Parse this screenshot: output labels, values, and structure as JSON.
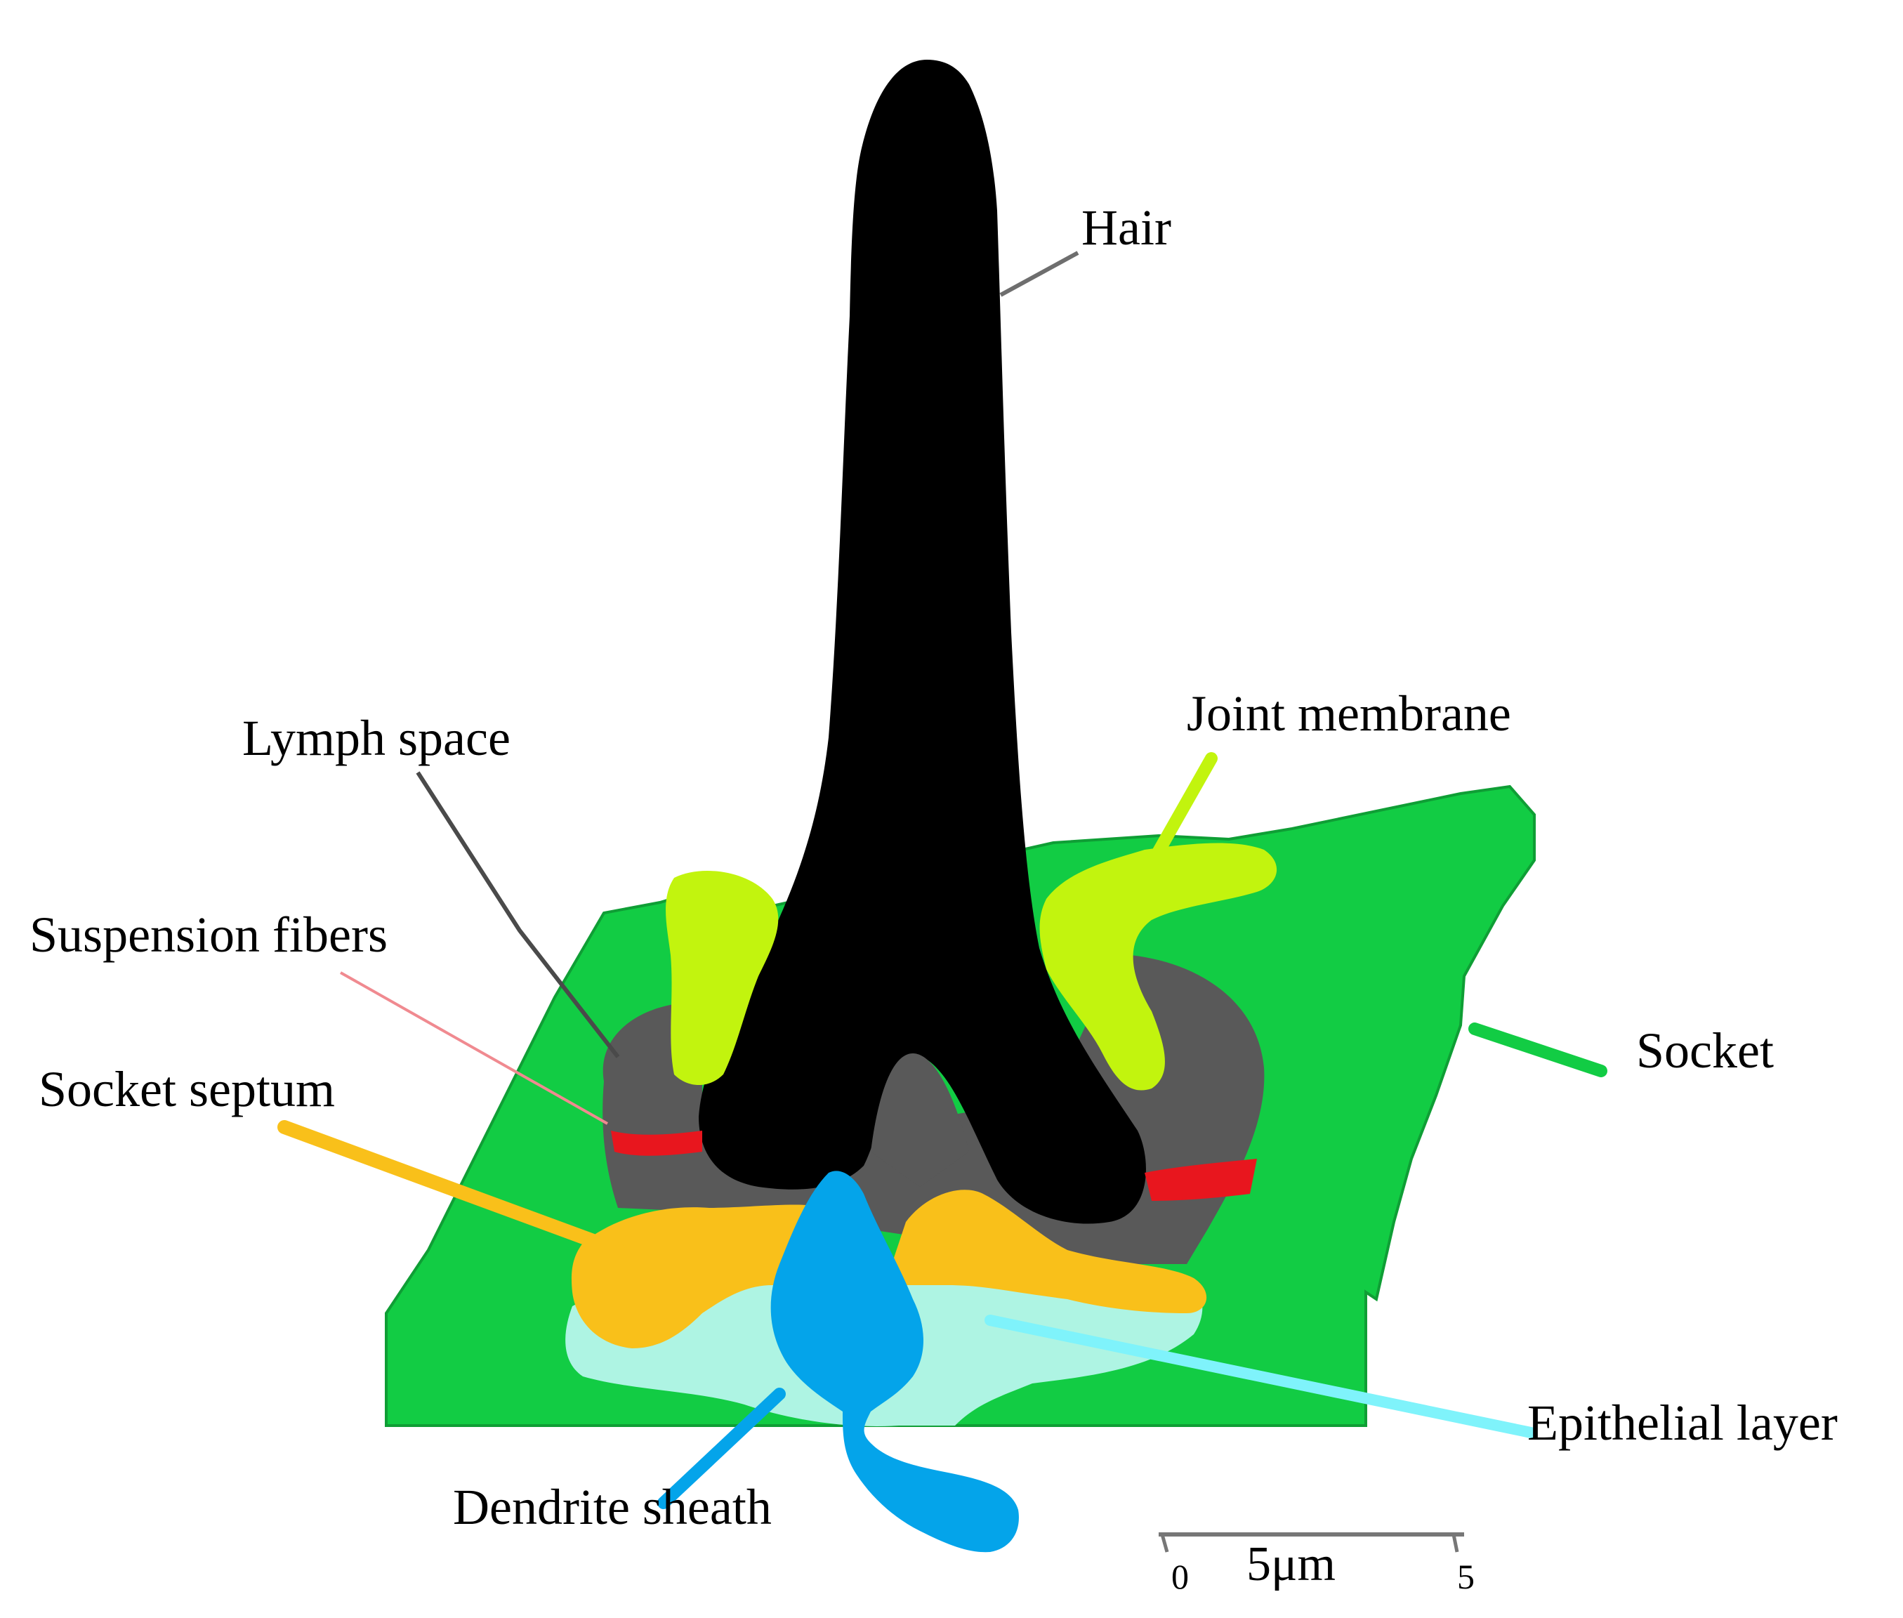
{
  "labels": {
    "hair": "Hair",
    "joint_membrane": "Joint membrane",
    "lymph_space": "Lymph space",
    "suspension_fibers": "Suspension fibers",
    "socket": "Socket",
    "socket_septum": "Socket septum",
    "epithelial_layer": "Epithelial layer",
    "dendrite_sheath": "Dendrite sheath"
  },
  "scale_bar": {
    "label": "5μm",
    "tick_start": "0",
    "tick_end": "5"
  },
  "colors": {
    "hair": "#000000",
    "socket": "#12cc44",
    "socket_dark": "#0f9e35",
    "joint_membrane": "#c2f40e",
    "lymph_space": "#595959",
    "suspension_fibers": "#e8161e",
    "socket_septum": "#f9c01a",
    "epithelial_layer": "#aef4e3",
    "dendrite_sheath": "#04a4ea",
    "leader_lymph": "#4a4a4a",
    "leader_fibers": "#f08a90",
    "leader_epithelial": "#7ff3fb"
  }
}
